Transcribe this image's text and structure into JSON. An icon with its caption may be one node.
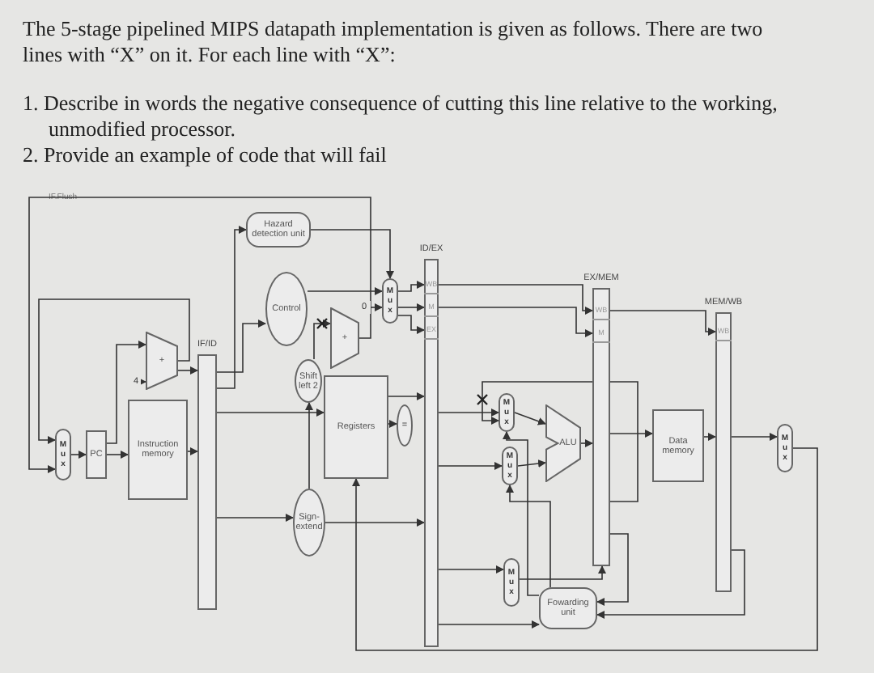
{
  "diagram": {
    "title": "The 5-stage pipelined MIPS datapath implementation is given as follows. There are two lines with “X” on it. For each line with “X”:",
    "nodes": [
      {
        "text": [
          "Hazard detection unit"
        ]
      },
      {
        "text": [
          "Control"
        ]
      },
      {
        "text": [
          "M u x"
        ]
      },
      {
        "text": [
          "0"
        ]
      },
      {
        "text": [
          "ID/EX"
        ]
      },
      {
        "text": [
          "WB"
        ],
        "in": 4
      },
      {
        "text": [
          "M"
        ],
        "in": 4
      },
      {
        "text": [
          "EX"
        ],
        "in": 4
      },
      {
        "text": [
          "EX/MEM"
        ]
      },
      {
        "text": [
          "WB"
        ],
        "in": 8
      },
      {
        "text": [
          "M"
        ],
        "in": 8
      },
      {
        "text": [
          "MEM/WB"
        ]
      },
      {
        "text": [
          "WB"
        ],
        "in": 11
      },
      {
        "text": [
          "IF/ID"
        ]
      },
      {
        "text": [
          "+"
        ]
      },
      {
        "text": [
          "4"
        ]
      },
      {
        "text": [
          "+"
        ]
      },
      {
        "text": [
          "Shift left 2"
        ]
      },
      {
        "text": [
          "Registers"
        ]
      },
      {
        "text": [
          "="
        ]
      },
      {
        "text": [
          "M u x"
        ]
      },
      {
        "text": [
          "PC"
        ]
      },
      {
        "text": [
          "Instruction memory"
        ]
      },
      {
        "text": [
          "Sign-extend"
        ]
      },
      {
        "text": [
          "M u x"
        ]
      },
      {
        "text": [
          "M u x"
        ]
      },
      {
        "text": [
          "ALU"
        ]
      },
      {
        "text": [
          "Data memory"
        ]
      },
      {
        "text": [
          "M u x"
        ]
      },
      {
        "text": [
          "M u x"
        ]
      },
      {
        "text": [
          "Fowarding unit"
        ]
      }
    ],
    "edges": [
      {
        "from": 20,
        "to": 21,
        "arrow": "to"
      },
      {
        "from": 21,
        "to": 22,
        "arrow": "to"
      },
      {
        "from": 21,
        "to": 14,
        "arrow": "to"
      },
      {
        "from": 15,
        "to": 14,
        "arrow": "to"
      },
      {
        "from": 14,
        "to": 20,
        "arrow": "to"
      },
      {
        "from": 14,
        "to": 13,
        "arrow": "to"
      },
      {
        "from": 22,
        "to": 13,
        "arrow": "to"
      },
      {
        "from": 13,
        "to": 1,
        "arrow": "to"
      },
      {
        "from": 13,
        "to": 18,
        "arrow": "to"
      },
      {
        "from": 13,
        "to": 23,
        "arrow": "to"
      },
      {
        "from": 13,
        "to": 0,
        "arrow": "to"
      },
      {
        "from": 0,
        "to": 2,
        "arrow": "to"
      },
      {
        "from": 1,
        "to": 2,
        "arrow": "to"
      },
      {
        "from": 3,
        "to": 2,
        "arrow": "to"
      },
      {
        "from": 2,
        "to": 5,
        "arrow": "to"
      },
      {
        "from": 2,
        "to": 6,
        "arrow": "to"
      },
      {
        "from": 2,
        "to": 7,
        "arrow": "to"
      },
      {
        "from": 5,
        "to": 9,
        "arrow": "to"
      },
      {
        "from": 6,
        "to": 10,
        "arrow": "to"
      },
      {
        "from": 9,
        "to": 12,
        "arrow": "to"
      },
      {
        "from": 23,
        "to": 17,
        "arrow": "to"
      },
      {
        "from": 17,
        "to": 16,
        "arrow": "to"
      },
      {
        "from": 16,
        "to": 20,
        "arrow": "to"
      },
      {
        "from": 18,
        "to": 19,
        "arrow": "to"
      },
      {
        "from": 18,
        "to": 4,
        "arrow": "to"
      },
      {
        "from": 23,
        "to": 4,
        "arrow": "to"
      },
      {
        "from": 4,
        "to": 24,
        "arrow": "to"
      },
      {
        "from": 4,
        "to": 25,
        "arrow": "to"
      },
      {
        "from": 24,
        "to": 26,
        "arrow": "to"
      },
      {
        "from": 25,
        "to": 26,
        "arrow": "to"
      },
      {
        "from": 26,
        "to": 8,
        "arrow": "to"
      },
      {
        "from": 8,
        "to": 27,
        "arrow": "to"
      },
      {
        "from": 27,
        "to": 11,
        "arrow": "to"
      },
      {
        "from": 11,
        "to": 28,
        "arrow": "to"
      },
      {
        "from": 28,
        "to": 18,
        "arrow": "to"
      },
      {
        "from": 4,
        "to": 29,
        "arrow": "to"
      },
      {
        "from": 29,
        "to": 8,
        "arrow": "to"
      },
      {
        "from": 30,
        "to": 25,
        "arrow": "to"
      },
      {
        "from": 30,
        "to": 24,
        "arrow": "to"
      },
      {
        "from": 8,
        "to": 30,
        "arrow": "to"
      },
      {
        "from": 11,
        "to": 30,
        "arrow": "to"
      },
      {
        "from": 4,
        "to": 30,
        "arrow": "to"
      },
      {
        "from": 8,
        "to": 24,
        "arrow": "to"
      }
    ],
    "labels": [
      "1. Describe in words the negative consequence of cutting this line relative to the working, unmodified processor.",
      "2. Provide an example of code that will fail",
      "IF.Flush"
    ]
  }
}
